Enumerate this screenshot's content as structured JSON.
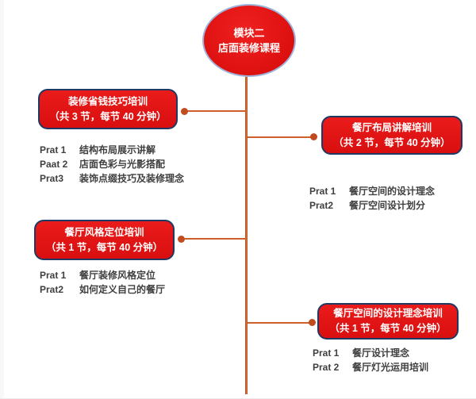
{
  "diagram": {
    "root": {
      "line1": "模块二",
      "line2": "店面装修课程"
    },
    "branches": [
      {
        "side": "left",
        "title": "装修省钱技巧培训",
        "subtitle": "（共 3 节，每节 40 分钟）",
        "items": [
          {
            "label": "Prat 1",
            "text": "结构布局展示讲解"
          },
          {
            "label": "Paat 2",
            "text": "店面色彩与光影搭配"
          },
          {
            "label": "Prat3",
            "text": "装饰点缀技巧及装修理念"
          }
        ]
      },
      {
        "side": "right",
        "title": "餐厅布局讲解培训",
        "subtitle": "（共 2 节，每节 40 分钟）",
        "items": [
          {
            "label": "Prat 1",
            "text": "餐厅空间的设计理念"
          },
          {
            "label": "Prat2",
            "text": "餐厅空间设计划分"
          }
        ]
      },
      {
        "side": "left",
        "title": "餐厅风格定位培训",
        "subtitle": "（共 1 节，每节 40 分钟）",
        "items": [
          {
            "label": "Prat 1",
            "text": "餐厅装修风格定位"
          },
          {
            "label": "Prat2",
            "text": "如何定义自己的餐厅"
          }
        ]
      },
      {
        "side": "right",
        "title": "餐厅空间的设计理念培训",
        "subtitle": "（共 1 节，每节 40 分钟）",
        "items": [
          {
            "label": "Prat 1",
            "text": "餐厅设计理念"
          },
          {
            "label": "Prat 2",
            "text": "餐厅灯光运用培训"
          }
        ]
      }
    ],
    "colors": {
      "node_red": "#e01717",
      "node_border_navy": "#1f3864",
      "connector_orange": "#cc5f2a",
      "list_text_gray": "#3f3f3f"
    }
  }
}
